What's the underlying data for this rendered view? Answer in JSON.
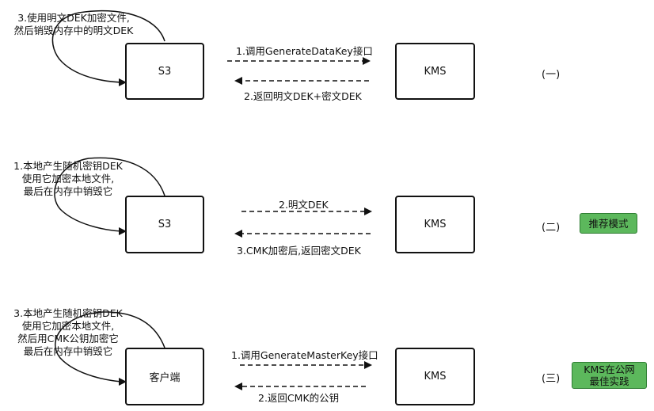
{
  "rows": [
    {
      "left_box": "S3",
      "right_box": "KMS",
      "note_lines": [
        "3.使用明文DEK加密文件,",
        "然后销毁内存中的明文DEK"
      ],
      "top_label": "1.调用GenerateDataKey接口",
      "bottom_label": "2.返回明文DEK+密文DEK",
      "number": "(一)",
      "tag_lines": []
    },
    {
      "left_box": "S3",
      "right_box": "KMS",
      "note_lines": [
        "1.本地产生随机密钥DEK",
        "使用它加密本地文件,",
        "最后在内存中销毁它"
      ],
      "top_label": "2.明文DEK",
      "bottom_label": "3.CMK加密后,返回密文DEK",
      "number": "(二)",
      "tag_lines": [
        "推荐模式"
      ]
    },
    {
      "left_box": "客户端",
      "right_box": "KMS",
      "note_lines": [
        "3.本地产生随机密钥DEK",
        "使用它加密本地文件,",
        "然后用CMK公钥加密它",
        "最后在内存中销毁它"
      ],
      "top_label": "1.调用GenerateMasterKey接口",
      "bottom_label": "2.返回CMK的公钥",
      "number": "(三)",
      "tag_lines": [
        "KMS在公网",
        "最佳实践"
      ]
    }
  ],
  "colors": {
    "tag_fill": "#5cb85c",
    "line": "#111111"
  }
}
